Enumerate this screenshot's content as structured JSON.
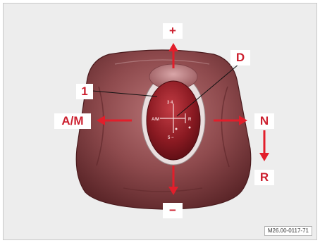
{
  "labels": {
    "plus": "+",
    "minus": "−",
    "am": "A/M",
    "n": "N",
    "r": "R",
    "d": "D",
    "one": "1"
  },
  "knob_marks": {
    "top": "3 4",
    "left": "A/M",
    "right": "R",
    "bottom": "5 −"
  },
  "figure_code": "M26.00-0117-71",
  "colors": {
    "arrow": "#e21e2b",
    "label_box": "#ffffff",
    "label_text": "#cc1f2e",
    "boot": "#7a3a3d",
    "knob": "#8b1a22",
    "background": "#ededed"
  }
}
